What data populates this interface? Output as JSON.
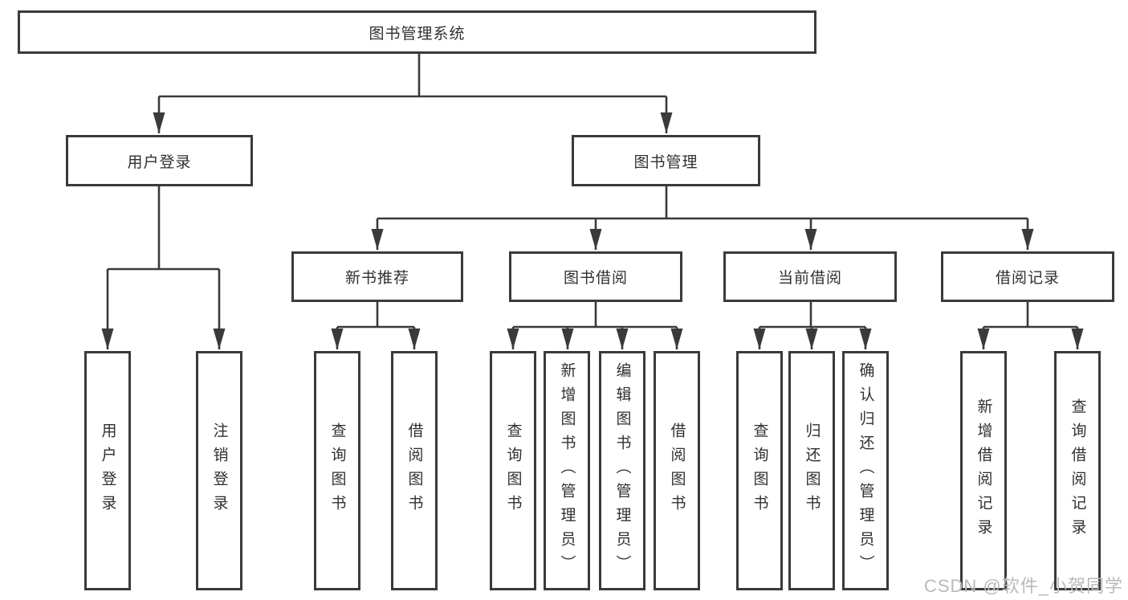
{
  "colors": {
    "line": "#3a3a3a",
    "text": "#303030",
    "watermark": "#b9b9b9",
    "background": "#ffffff"
  },
  "watermark": {
    "text": "CSDN @软件_小贺同学"
  },
  "tree": {
    "label": "图书管理系统",
    "children": [
      {
        "label": "用户登录",
        "children": [
          {
            "label": "用户登录"
          },
          {
            "label": "注销登录"
          }
        ]
      },
      {
        "label": "图书管理",
        "children": [
          {
            "label": "新书推荐",
            "children": [
              {
                "label": "查询图书"
              },
              {
                "label": "借阅图书"
              }
            ]
          },
          {
            "label": "图书借阅",
            "children": [
              {
                "label": "查询图书"
              },
              {
                "label": "新增图书（管理员）"
              },
              {
                "label": "编辑图书（管理员）"
              },
              {
                "label": "借阅图书"
              }
            ]
          },
          {
            "label": "当前借阅",
            "children": [
              {
                "label": "查询图书"
              },
              {
                "label": "归还图书"
              },
              {
                "label": "确认归还（管理员）"
              }
            ]
          },
          {
            "label": "借阅记录",
            "children": [
              {
                "label": "新增借阅记录"
              },
              {
                "label": "查询借阅记录"
              }
            ]
          }
        ]
      }
    ]
  }
}
